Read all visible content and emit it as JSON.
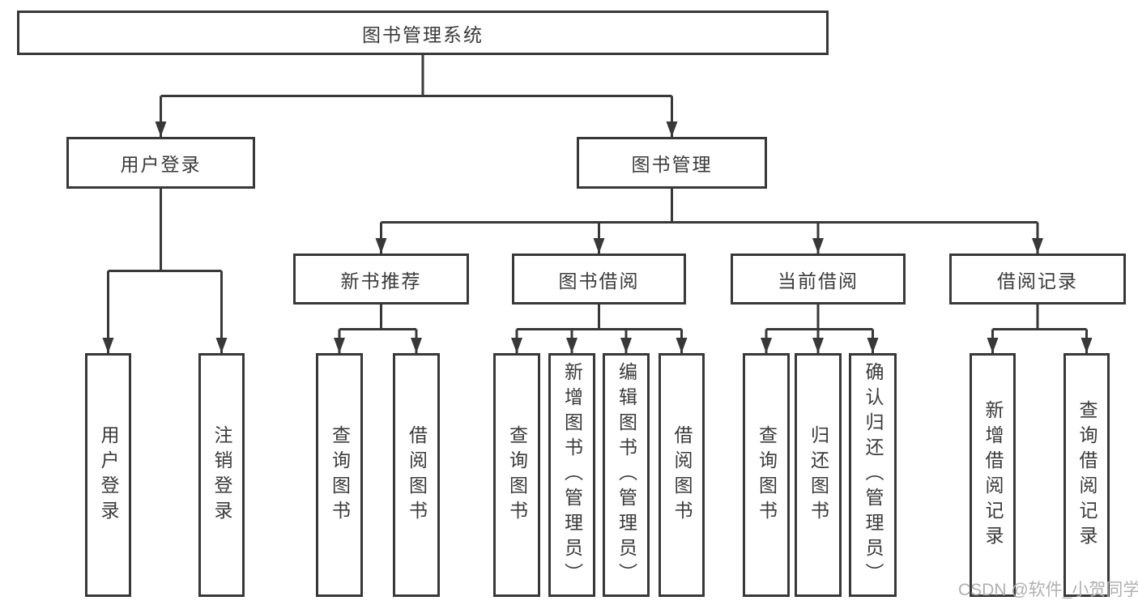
{
  "colors": {
    "line": "#383838",
    "box_border": "#383838",
    "text": "#3a3a3a",
    "watermark": "#b0b0b0",
    "background": "#ffffff"
  },
  "watermark": "CSDN @软件_小贺同学",
  "tree": {
    "label": "图书管理系统",
    "children": [
      {
        "label": "用户登录",
        "children": [
          {
            "label": "用户登录"
          },
          {
            "label": "注销登录"
          }
        ]
      },
      {
        "label": "图书管理",
        "children": [
          {
            "label": "新书推荐",
            "children": [
              {
                "label": "查询图书"
              },
              {
                "label": "借阅图书"
              }
            ]
          },
          {
            "label": "图书借阅",
            "children": [
              {
                "label": "查询图书"
              },
              {
                "label": "新增图书（管理员）"
              },
              {
                "label": "编辑图书（管理员）"
              },
              {
                "label": "借阅图书"
              }
            ]
          },
          {
            "label": "当前借阅",
            "children": [
              {
                "label": "查询图书"
              },
              {
                "label": "归还图书"
              },
              {
                "label": "确认归还（管理员）"
              }
            ]
          },
          {
            "label": "借阅记录",
            "children": [
              {
                "label": "新增借阅记录"
              },
              {
                "label": "查询借阅记录"
              }
            ]
          }
        ]
      }
    ]
  }
}
